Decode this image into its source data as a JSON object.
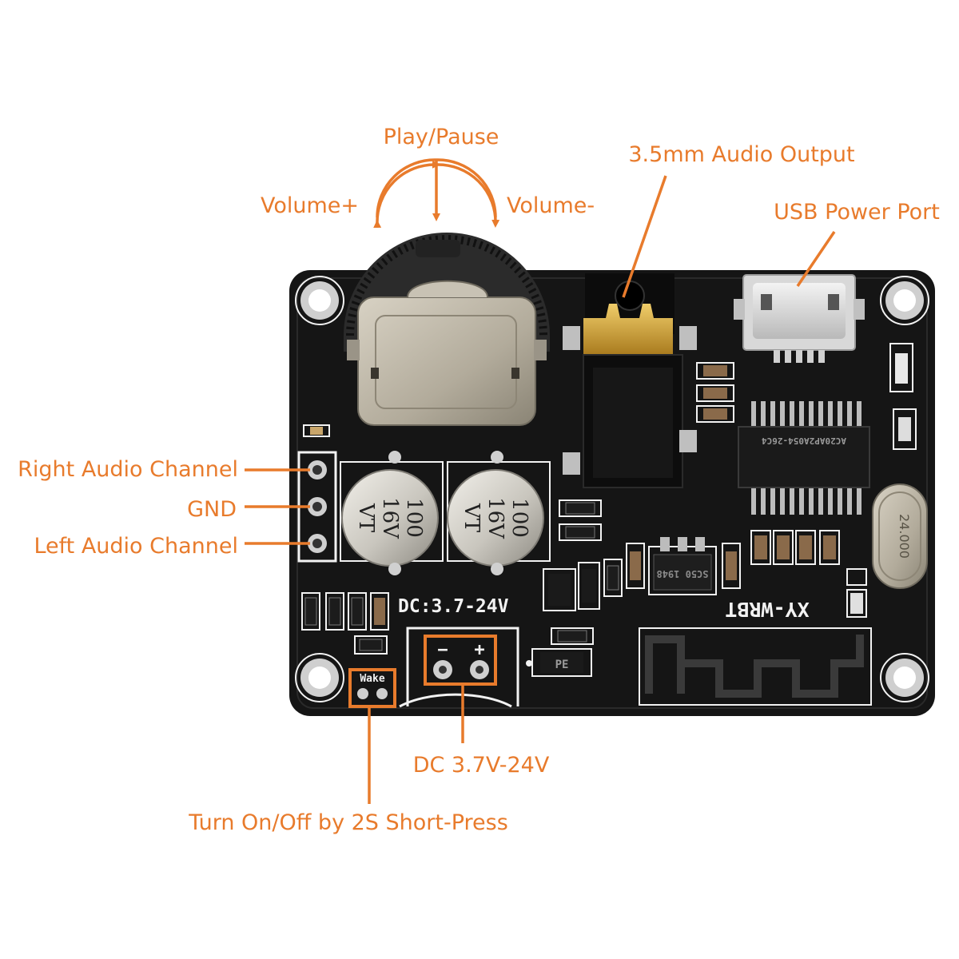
{
  "labels": {
    "play_pause": "Play/Pause",
    "volume_up": "Volume+",
    "volume_down": "Volume-",
    "audio_output": "3.5mm Audio Output",
    "usb_power": "USB Power Port",
    "right_channel": "Right Audio Channel",
    "gnd": "GND",
    "left_channel": "Left Audio Channel",
    "dc_input": "DC 3.7V-24V",
    "wake": "Turn On/Off by 2S Short-Press"
  },
  "board": {
    "model": "XY-WRBT",
    "dc_silk": "DC:3.7-24V",
    "minus": "−",
    "plus": "+",
    "wake_silk": "Wake",
    "cap_value": "100",
    "cap_voltage": "16V",
    "cap_series": "VT",
    "crystal": "24.000",
    "chip_marking": "AC20AP2A054-26C4",
    "regulator": "SC50 1948",
    "pe": "PE"
  },
  "colors": {
    "accent": "#e87b2c",
    "board": "#141414",
    "silk": "#f2f2f2",
    "metal": "#c8c2b4",
    "gold": "#d4a737"
  }
}
